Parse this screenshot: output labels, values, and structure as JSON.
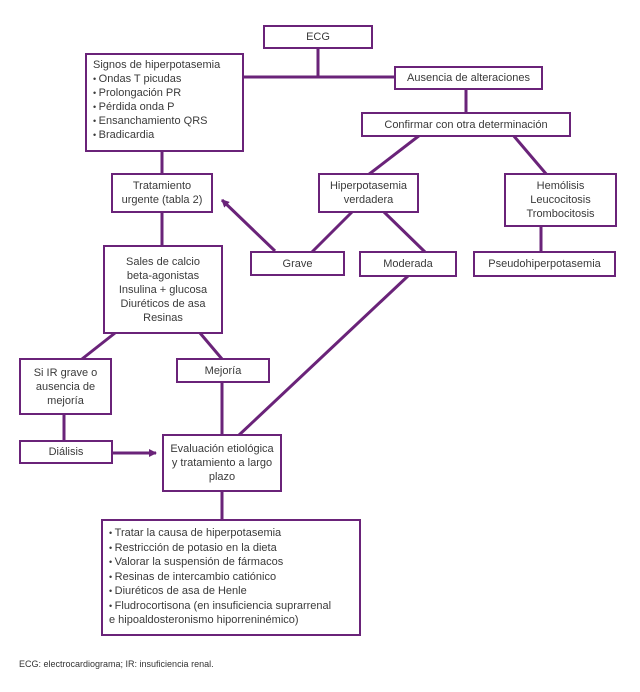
{
  "ecg": "ECG",
  "signos": {
    "title": "Signos de hiperpotasemia",
    "items": [
      "Ondas T picudas",
      "Prolongación PR",
      "Pérdida onda P",
      "Ensanchamiento QRS",
      "Bradicardia"
    ]
  },
  "ausencia": "Ausencia de alteraciones",
  "confirmar": "Confirmar con otra determinación",
  "tratamiento_urgente": [
    "Tratamiento",
    "urgente (tabla 2)"
  ],
  "hiper_verdadera": [
    "Hiperpotasemia",
    "verdadera"
  ],
  "pseudo_causes": [
    "Hemólisis",
    "Leucocitosis",
    "Trombocitosis"
  ],
  "grave": "Grave",
  "moderada": "Moderada",
  "pseudo": "Pseudohiperpotasemia",
  "sales": [
    "Sales de calcio",
    "beta-agonistas",
    "Insulina + glucosa",
    "Diuréticos de asa",
    "Resinas"
  ],
  "si_ir": [
    "Si IR grave o",
    "ausencia de",
    "mejoría"
  ],
  "mejoria": "Mejoría",
  "dialisis": "Diálisis",
  "evaluacion": [
    "Evaluación etiológica",
    "y tratamiento a largo",
    "plazo"
  ],
  "tratar": [
    "Tratar la causa de hiperpotasemia",
    "Restricción de potasio en la dieta",
    "Valorar la suspensión de fármacos",
    "Resinas de intercambio catiónico",
    "Diuréticos de asa de Henle",
    "Fludrocortisona (en insuficiencia suprarrenal",
    "e hipoaldosteronismo hiporreninémico)"
  ],
  "caption": "ECG: electrocardiograma; IR: insuficiencia renal.",
  "colors": {
    "accent": "#6a2379",
    "text": "#3a3a3a"
  }
}
